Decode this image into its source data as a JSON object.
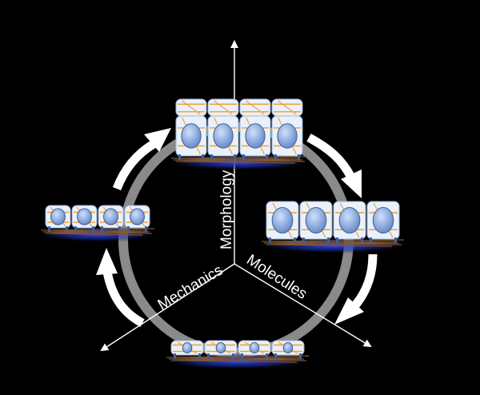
{
  "axes": {
    "morphology": "Morphology",
    "mechanics": "Mechanics",
    "molecules": "Molecules"
  },
  "colors": {
    "background": "#000000",
    "ring": "#8a8a8a",
    "arrows": "#ffffff",
    "cell_fill": "#e9f1fb",
    "nucleus": "#7f9fd6",
    "junction": "#f3a233",
    "integrin": "#3d5f9e",
    "glow": "#1f3fd0",
    "matrix": "#8b5a2b"
  }
}
